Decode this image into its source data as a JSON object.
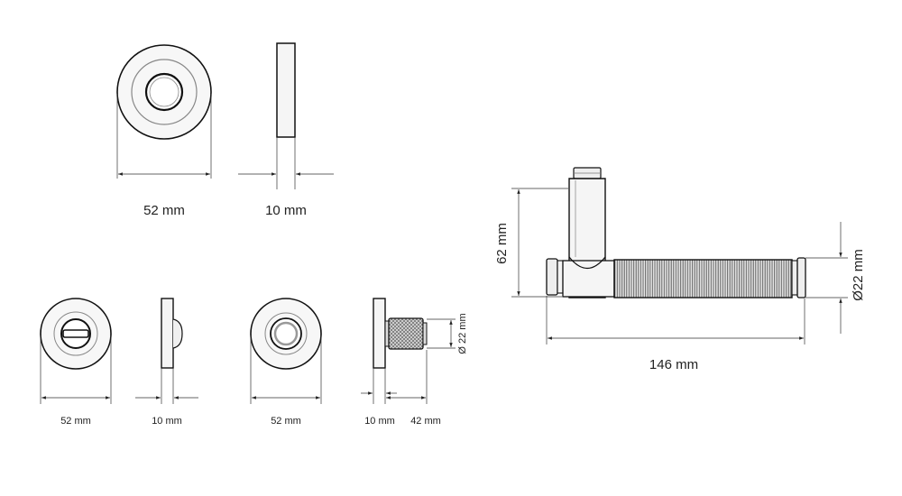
{
  "drawing": {
    "rose": {
      "diameter": "52 mm",
      "thickness": "10 mm"
    },
    "wc_rose": {
      "diameter": "52 mm",
      "thickness": "10 mm"
    },
    "cylinder_rose": {
      "diameter": "52 mm",
      "thickness": "10 mm",
      "knob_length": "42 mm",
      "knob_diameter": "Ø 22 mm"
    },
    "lever": {
      "height": "62 mm",
      "length": "146 mm",
      "diameter": "Ø22 mm"
    }
  }
}
